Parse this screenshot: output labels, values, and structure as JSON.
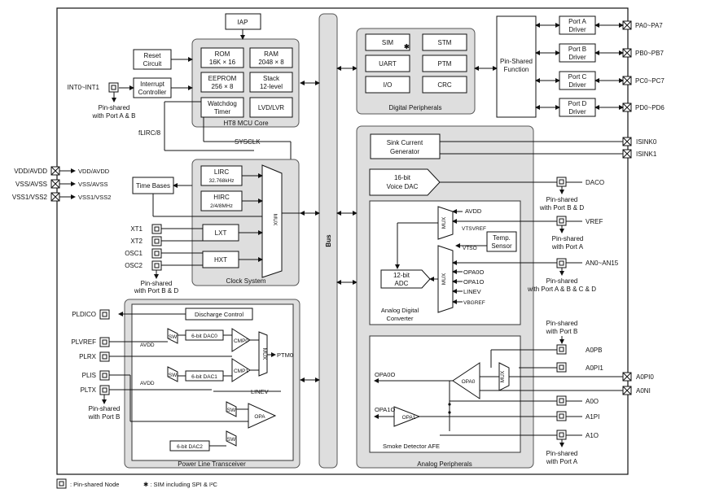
{
  "core": {
    "iap": "IAP",
    "rom": [
      "ROM",
      "16K × 16"
    ],
    "ram": [
      "RAM",
      "2048 × 8"
    ],
    "eeprom": [
      "EEPROM",
      "256 × 8"
    ],
    "stack": [
      "Stack",
      "12-level"
    ],
    "watchdog": [
      "Watchdog",
      "Timer"
    ],
    "lvd": "LVD/LVR",
    "title": "HT8 MCU Core"
  },
  "reset": [
    "Reset",
    "Circuit"
  ],
  "interrupt": [
    "Interrupt",
    "Controller"
  ],
  "int_pin": "INT0~INT1",
  "int_note": [
    "Pin-shared",
    "with Port A & B"
  ],
  "flirc": "fLIRC/8",
  "sysclk": "SYSCLK",
  "bus": "Bus",
  "digital": {
    "sim": "SIM",
    "stm": "STM",
    "uart": "UART",
    "ptm": "PTM",
    "io": "I/O",
    "crc": "CRC",
    "title": "Digital Peripherals"
  },
  "pin_shared_function": [
    "Pin-Shared",
    "Function"
  ],
  "ports": [
    {
      "driver": [
        "Port A",
        "Driver"
      ],
      "pins": "PA0~PA7"
    },
    {
      "driver": [
        "Port B",
        "Driver"
      ],
      "pins": "PB0~PB7"
    },
    {
      "driver": [
        "Port C",
        "Driver"
      ],
      "pins": "PC0~PC7"
    },
    {
      "driver": [
        "Port D",
        "Driver"
      ],
      "pins": "PD0~PD6"
    }
  ],
  "power": {
    "pins": [
      "VDD/AVDD",
      "VSS/AVSS",
      "VSS1/VSS2"
    ],
    "labels": [
      "VDD/AVDD",
      "VSS/AVSS",
      "VSS1/VSS2"
    ]
  },
  "clock": {
    "time_bases": "Time Bases",
    "lirc": [
      "LIRC",
      "32.768kHz"
    ],
    "hirc": [
      "HIRC",
      "2/4/8MHz"
    ],
    "mux": "MUX",
    "lxt": "LXT",
    "hxt": "HXT",
    "pins": [
      "XT1",
      "XT2",
      "OSC1",
      "OSC2"
    ],
    "note": [
      "Pin-shared",
      "with Port B & D"
    ],
    "title": "Clock System"
  },
  "plt": {
    "pins": [
      "PLDICO",
      "PLVREF",
      "PLRX",
      "PLIS",
      "PLTX"
    ],
    "discharge": "Discharge Control",
    "dac0": "6-bit DAC0",
    "dac1": "6-bit DAC1",
    "dac2": "6-bit DAC2",
    "avdd": "AVDD",
    "sw": "SW",
    "cmp0": "CMP0",
    "cmp1": "CMP1",
    "mux": "MUX",
    "ptm0": "PTM0",
    "linev": "LINEV",
    "opa": "OPA",
    "tx_note": [
      "Pin-shared",
      "with Port B"
    ],
    "title": "Power Line Transceiver"
  },
  "analog": {
    "sink": [
      "Sink Current",
      "Generator"
    ],
    "isink": [
      "ISINK0",
      "ISINK1"
    ],
    "voice_dac": [
      "16-bit",
      "Voice DAC"
    ],
    "daco": "DACO",
    "daco_note": [
      "Pin-shared",
      "with Port B & D"
    ],
    "avdd": "AVDD",
    "vtsvref": "VTSVREF",
    "vtso": "VTSO",
    "temp": [
      "Temp.",
      "Sensor"
    ],
    "vref": "VREF",
    "vref_note": [
      "Pin-shared",
      "with Port A"
    ],
    "adc": [
      "12-bit",
      "ADC"
    ],
    "mux": "MUX",
    "adc_inputs": [
      "OPA0O",
      "OPA1O",
      "LINEV",
      "VBGREF"
    ],
    "an": "AN0~AN15",
    "an_note": [
      "Pin-shared",
      "with Port A & B & C & D"
    ],
    "adc_title": [
      "Analog Digital",
      "Converter"
    ],
    "smoke": {
      "a0pb_note": [
        "Pin-shared",
        "with Port B"
      ],
      "pins": [
        "A0PB",
        "A0PI1",
        "A0PI0",
        "A0NI",
        "A0O",
        "A1PI",
        "A1O"
      ],
      "opa0o": "OPA0O",
      "opa1o": "OPA1O",
      "opa0": "OPA0",
      "opa1": "OPA1",
      "mux": "MUX",
      "note": [
        "Pin-shared",
        "with Port A"
      ],
      "title": "Smoke Detector AFE"
    },
    "title": "Analog Peripherals"
  },
  "legend": {
    "node": ": Pin-shared Node",
    "sim": "✱ : SIM including SPI & I²C"
  }
}
